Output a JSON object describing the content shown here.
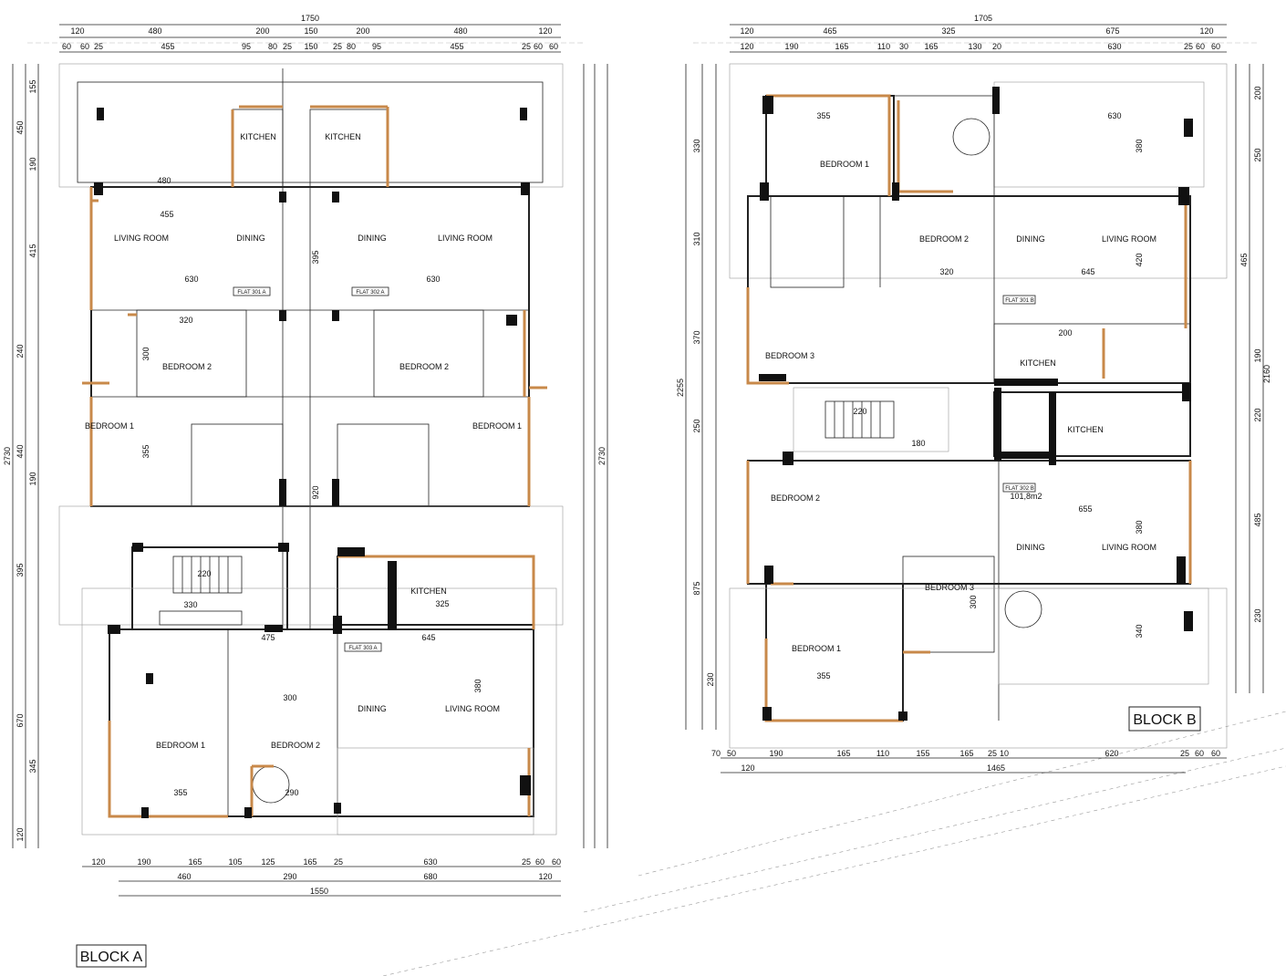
{
  "block_a": {
    "label": "BLOCK A",
    "top_total": "1750",
    "top_row1": [
      "120",
      "480",
      "200",
      "150",
      "200",
      "480",
      "120"
    ],
    "top_row2": [
      "60",
      "60",
      "25",
      "455",
      "95",
      "80",
      "25",
      "150",
      "25",
      "80",
      "95",
      "455",
      "25",
      "60",
      "60"
    ],
    "bottom_row1": [
      "120",
      "190",
      "165",
      "105",
      "125",
      "165",
      "25",
      "630",
      "25",
      "60",
      "60"
    ],
    "bottom_row2": [
      "460",
      "290",
      "680",
      "120"
    ],
    "bottom_total": "1550",
    "left_total": "2730",
    "right_total": "2730",
    "left_dims": [
      "155",
      "450",
      "190",
      "415",
      "240",
      "440",
      "190",
      "395",
      "670",
      "345",
      "120"
    ],
    "rooms": [
      "LIVING ROOM",
      "DINING",
      "KITCHEN",
      "KITCHEN",
      "DINING",
      "LIVING ROOM",
      "BEDROOM 2",
      "BEDROOM 2",
      "BEDROOM 1",
      "BEDROOM 1",
      "KITCHEN",
      "DINING",
      "LIVING ROOM",
      "BEDROOM 1",
      "BEDROOM 2"
    ],
    "flats": [
      "FLAT 301 A",
      "FLAT 302 A",
      "FLAT 303 A"
    ],
    "inner_dims": [
      "480",
      "455",
      "630",
      "630",
      "320",
      "300",
      "355",
      "220",
      "330",
      "645",
      "380",
      "475",
      "325",
      "300",
      "355",
      "290",
      "920",
      "395"
    ]
  },
  "block_b": {
    "label": "BLOCK B",
    "top_total": "1705",
    "top_row1": [
      "120",
      "465",
      "325",
      "675",
      "120"
    ],
    "top_row2": [
      "120",
      "190",
      "165",
      "110",
      "30",
      "165",
      "130",
      "20",
      "630",
      "25",
      "60",
      "60"
    ],
    "bottom_row1": [
      "70",
      "50",
      "190",
      "165",
      "110",
      "155",
      "165",
      "25",
      "10",
      "620",
      "25",
      "60",
      "60"
    ],
    "bottom_row2": [
      "120",
      "1465"
    ],
    "left_total": "2255",
    "right_total": "2160",
    "left_dims": [
      "330",
      "310",
      "370",
      "250",
      "875",
      "230"
    ],
    "right_dims": [
      "200",
      "250",
      "465",
      "190",
      "220",
      "485",
      "230"
    ],
    "rooms": [
      "BEDROOM 1",
      "BEDROOM 2",
      "DINING",
      "LIVING ROOM",
      "BEDROOM 3",
      "KITCHEN",
      "KITCHEN",
      "BEDROOM 2",
      "DINING",
      "LIVING ROOM",
      "BEDROOM 3",
      "BEDROOM 1"
    ],
    "flats": [
      "FLAT 301 B",
      "FLAT 302 B"
    ],
    "area": "101,8m2",
    "inner_dims": [
      "355",
      "630",
      "380",
      "645",
      "420",
      "320",
      "655",
      "380",
      "340",
      "355",
      "300",
      "220",
      "200",
      "180"
    ]
  }
}
